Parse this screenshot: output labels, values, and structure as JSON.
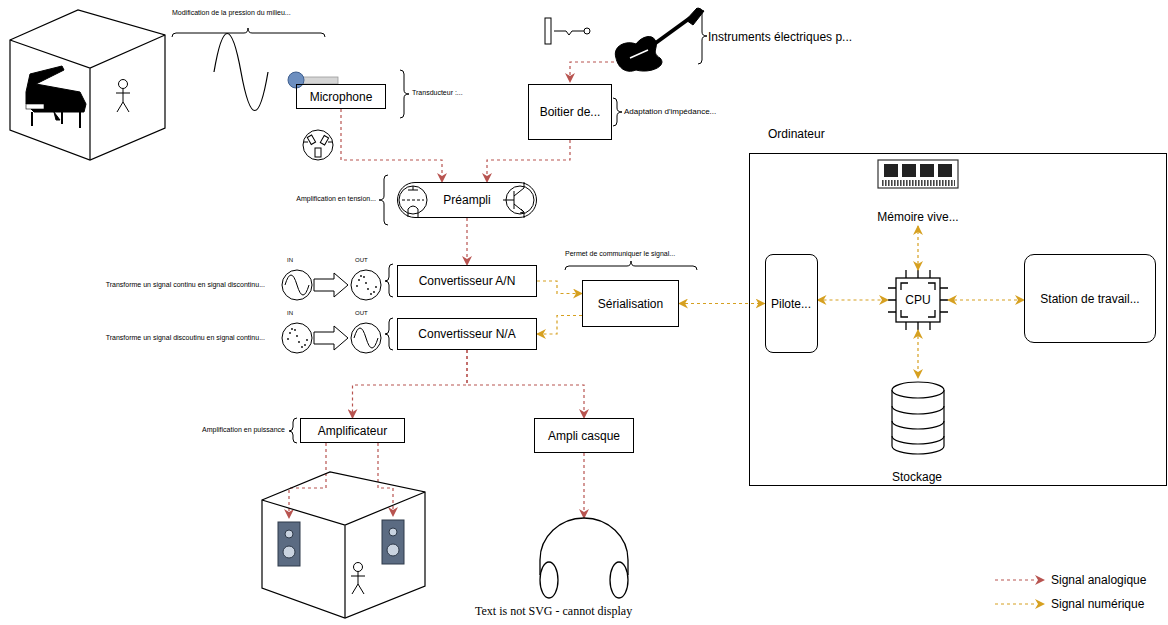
{
  "diagram": {
    "nodes": [
      {
        "text": [
          "Microphone"
        ]
      },
      {
        "text": [
          "Boitier de..."
        ]
      },
      {
        "text": [
          "Préampli"
        ]
      },
      {
        "text": [
          "Convertisseur A/N"
        ]
      },
      {
        "text": [
          "Convertisseur N/A"
        ]
      },
      {
        "text": [
          "Sérialisation"
        ]
      },
      {
        "text": [
          "Ordinateur"
        ]
      },
      {
        "text": [
          "Mémoire vive..."
        ],
        "in": 6
      },
      {
        "text": [
          "Pilote..."
        ],
        "in": 6
      },
      {
        "text": [
          "CPU"
        ],
        "in": 6
      },
      {
        "text": [
          "Station de travail..."
        ],
        "in": 6
      },
      {
        "text": [
          "Stockage"
        ],
        "in": 6
      },
      {
        "text": [
          "Amplificateur"
        ]
      },
      {
        "text": [
          "Ampli casque"
        ]
      }
    ],
    "edges": [
      {
        "from": 0,
        "to": 2,
        "arrow": "to"
      },
      {
        "from": 1,
        "to": 2,
        "arrow": "to"
      },
      {
        "from": 2,
        "to": 3,
        "arrow": "to"
      },
      {
        "from": 3,
        "to": 5,
        "arrow": "to"
      },
      {
        "from": 5,
        "to": 4,
        "arrow": "to"
      },
      {
        "from": 5,
        "to": 8,
        "arrow": "both"
      },
      {
        "from": 8,
        "to": 9,
        "arrow": "both"
      },
      {
        "from": 9,
        "to": 7,
        "arrow": "both"
      },
      {
        "from": 9,
        "to": 10,
        "arrow": "both"
      },
      {
        "from": 9,
        "to": 11,
        "arrow": "both"
      },
      {
        "from": 4,
        "to": 12,
        "arrow": "to"
      },
      {
        "from": 4,
        "to": 13,
        "arrow": "to"
      }
    ],
    "labels": [
      "Modification de la pression du milieu...",
      "Transducteur :...",
      "Instruments électriques p...",
      "Adaptation d'impédance...",
      "Amplification en tension...",
      "IN",
      "OUT",
      "Transforme un signal continu en signal discontinu...",
      "IN",
      "OUT",
      "Transforme un signal discoutinu en signal continu...",
      "Permet de communiquer le signal...",
      "Amplification en puissance",
      "Text is not SVG - cannot display"
    ],
    "legend": [
      {
        "text": "Signal analogique"
      },
      {
        "text": "Signal numérique"
      }
    ]
  }
}
